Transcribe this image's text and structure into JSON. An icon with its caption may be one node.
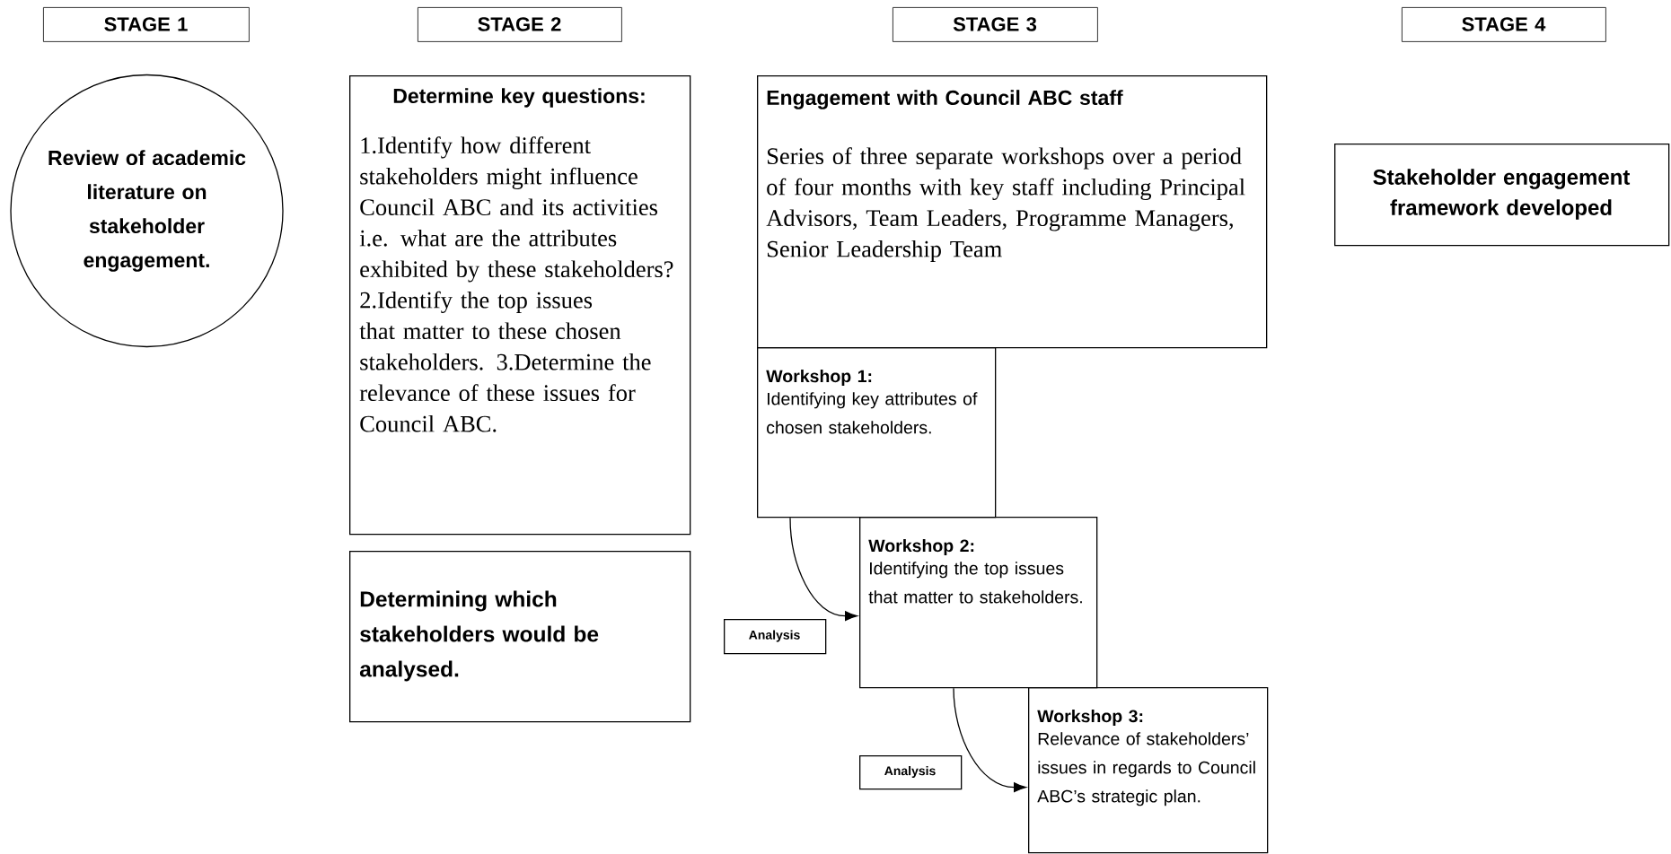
{
  "diagram": {
    "nodes": [
      {
        "text": [
          "STAGE 1"
        ]
      },
      {
        "text": [
          "STAGE 2"
        ]
      },
      {
        "text": [
          "STAGE 3"
        ]
      },
      {
        "text": [
          "STAGE 4"
        ]
      },
      {
        "text": [
          "Review of academic literature on stakeholder engagement."
        ]
      },
      {
        "text": [
          "Determine key questions:",
          "1.Identify how different stakeholders might influence Council ABC and its activities i.e. what are the attributes exhibited by these stakeholders? 2.Identify the top issues that matter to these chosen stakeholders. 3.Determine the relevance of these issues for Council ABC."
        ]
      },
      {
        "text": [
          "Determining which stakeholders would be analysed."
        ]
      },
      {
        "text": [
          "Engagement with Council ABC staff",
          "Series of three separate workshops over a period of four months with key staff including Principal Advisors, Team Leaders, Programme Managers, Senior Leadership Team"
        ]
      },
      {
        "text": [
          "Workshop 1:",
          "Identifying key attributes of chosen stakeholders."
        ]
      },
      {
        "text": [
          "Workshop 2:",
          "Identifying the top issues that matter to stakeholders."
        ]
      },
      {
        "text": [
          "Analysis"
        ]
      },
      {
        "text": [
          "Workshop 3:",
          "Relevance of stakeholders’ issues in regards to Council ABC’s strategic plan."
        ]
      },
      {
        "text": [
          "Analysis"
        ]
      },
      {
        "text": [
          "Stakeholder engagement framework developed"
        ]
      }
    ],
    "edges": [
      {
        "from": 8,
        "to": 9,
        "arrow": "to"
      },
      {
        "from": 9,
        "to": 11,
        "arrow": "to"
      }
    ]
  }
}
